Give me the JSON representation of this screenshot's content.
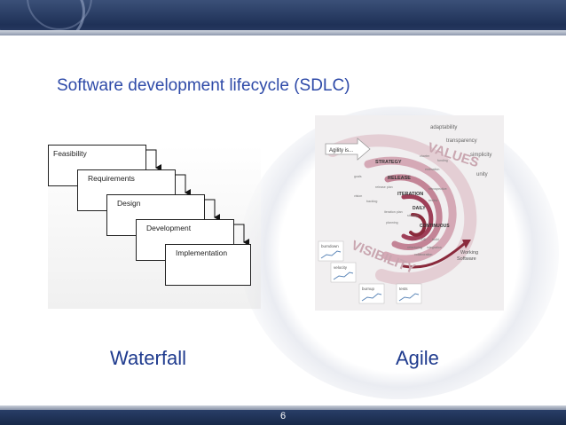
{
  "slide": {
    "title": "Software development lifecycle (SDLC)",
    "page_number": "6",
    "left_caption": "Waterfall",
    "right_caption": "Agile"
  },
  "waterfall": {
    "stages": [
      "Feasibility",
      "Requirements",
      "Design",
      "Development",
      "Implementation"
    ]
  },
  "agile": {
    "intro": "Agility is...",
    "levels": [
      "STRATEGY",
      "RELEASE",
      "ITERATION",
      "DAILY",
      "CONTINUOUS"
    ],
    "values_word": "VALUES",
    "visibility_word": "VISIBILITY",
    "values": [
      "adaptability",
      "transparency",
      "simplicity",
      "unity"
    ],
    "outcome": [
      "Working",
      "Software"
    ],
    "small_labels": [
      "charter",
      "funding",
      "estimation",
      "goals",
      "release plan",
      "vision",
      "backlog",
      "retrospective",
      "review",
      "standup",
      "iteration plan",
      "TDD",
      "build",
      "refactoring",
      "integration",
      "collaboration",
      "planning"
    ],
    "metrics": [
      "burndown",
      "velocity",
      "burnup",
      "tests"
    ]
  },
  "colors": {
    "title": "#2e4aa8",
    "caption": "#1f3b8e",
    "arrow": "#8a2a3c",
    "bar": "#1f3157"
  }
}
